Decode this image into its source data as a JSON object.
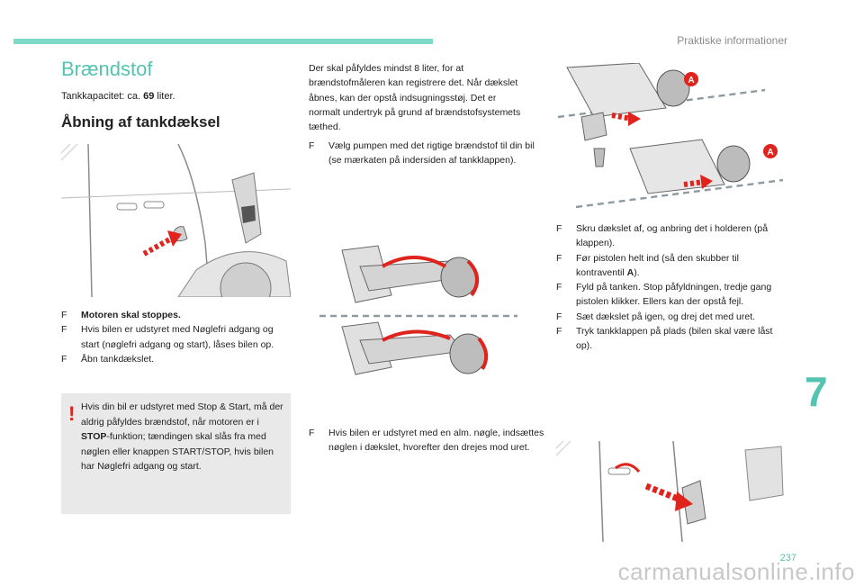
{
  "header": {
    "section_title": "Praktiske informationer"
  },
  "page": {
    "number": "237",
    "chapter": "7",
    "watermark": "carmanualsonline.info"
  },
  "title": "Brændstof",
  "capacity": {
    "prefix": "Tankkapacitet: ca. ",
    "value": "69",
    "suffix": " liter."
  },
  "subheading": "Åbning af tankdæksel",
  "left_bullets": [
    {
      "marker": "F",
      "text": "Motoren skal stoppes."
    },
    {
      "marker": "F",
      "text": "Hvis bilen er udstyret med Nøglefri adgang og start (nøglefri adgang og start), låses bilen op."
    },
    {
      "marker": "F",
      "text": "Åbn tankdækslet."
    }
  ],
  "warning": {
    "mark": "!",
    "part1": "Hvis din bil er udstyret med Stop & Start, må der aldrig påfyldes brændstof, når motoren er i ",
    "bold": "STOP",
    "part2": "-funktion; tændingen skal slås fra med nøglen eller knappen START/STOP, hvis bilen har Nøglefri adgang og start."
  },
  "middle": {
    "intro": "Der skal påfyldes mindst 8 liter, for at brændstofmåleren kan registrere det. Når dækslet åbnes, kan der opstå indsugningsstøj. Det er normalt undertryk på grund af brændstofsystemets tæthed.",
    "bullet1": {
      "marker": "F",
      "text": "Vælg pumpen med det rigtige brændstof til din bil (se mærkaten på indersiden af tankklappen)."
    },
    "bullet2": {
      "marker": "F",
      "text": "Hvis bilen er udstyret med en alm. nøgle, indsættes nøglen i dækslet, hvorefter den drejes mod uret."
    }
  },
  "right_bullets": [
    {
      "marker": "F",
      "text": "Skru dækslet af, og anbring det i holderen (på klappen)."
    },
    {
      "marker": "F",
      "text_before": "Før pistolen helt ind (så den skubber til kontraventil ",
      "bold": "A",
      "text_after": ")."
    },
    {
      "marker": "F",
      "text": "Fyld på tanken. Stop påfyldningen, tredje gang pistolen klikker. Ellers kan der opstå fejl."
    },
    {
      "marker": "F",
      "text": "Sæt dækslet på igen, og drej det med uret."
    },
    {
      "marker": "F",
      "text": "Tryk tankklappen på plads (bilen skal være låst op)."
    }
  ],
  "callouts": {
    "valve_label": "A"
  },
  "colors": {
    "accent": "#54c3b1",
    "topbar": "#7fd8c8",
    "arrow_red": "#e0231c",
    "warning_bg": "#e9e9e9"
  }
}
